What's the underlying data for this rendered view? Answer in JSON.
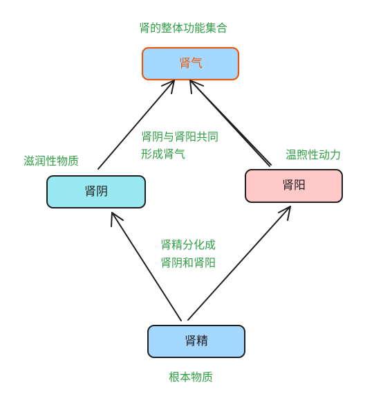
{
  "colors": {
    "stroke": "#1e1e1e",
    "annotation_text": "#2f9e44",
    "node_text": "#1e1e1e",
    "top_node_text": "#e8590c",
    "top_node_border": "#e8590c",
    "blue_fill": "#a5d8ff",
    "cyan_fill": "#99e9f2",
    "pink_fill": "#ffc9c9"
  },
  "nodes": {
    "shenqi": {
      "label": "肾气"
    },
    "shenyin": {
      "label": "肾阴"
    },
    "shenyang": {
      "label": "肾阳"
    },
    "shenjing": {
      "label": "肾精"
    }
  },
  "annotations": {
    "top": "肾的整体功能集合",
    "left": "滋润性物质",
    "right": "温煦性动力",
    "upper_center_line1": "肾阴与肾阳共同",
    "upper_center_line2": "形成肾气",
    "lower_center_line1": "肾精分化成",
    "lower_center_line2": "肾阴和肾阳",
    "bottom": "根本物质"
  }
}
